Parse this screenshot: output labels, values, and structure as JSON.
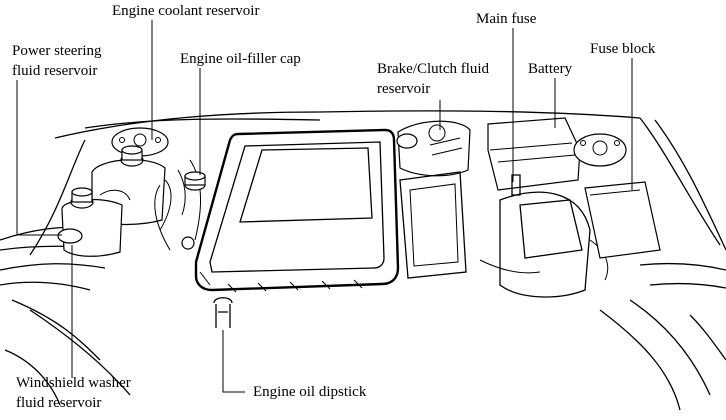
{
  "labels": {
    "engine_coolant_reservoir": "Engine coolant reservoir",
    "power_steering_line1": "Power steering",
    "power_steering_line2": "fluid reservoir",
    "engine_oil_filler_cap": "Engine oil-filler cap",
    "brake_clutch_line1": "Brake/Clutch fluid",
    "brake_clutch_line2": "reservoir",
    "main_fuse": "Main fuse",
    "battery": "Battery",
    "fuse_block": "Fuse block",
    "windshield_washer_line1": "Windshield washer",
    "windshield_washer_line2": "fluid reservoir",
    "engine_oil_dipstick": "Engine oil dipstick"
  }
}
